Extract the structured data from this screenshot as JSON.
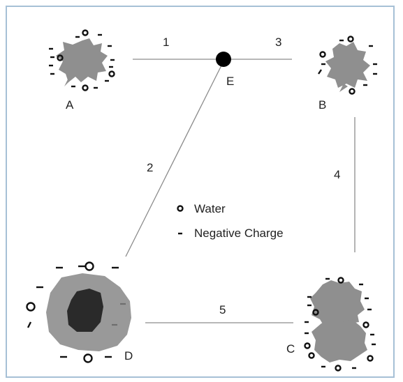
{
  "labels": {
    "a": "A",
    "b": "B",
    "c": "C",
    "d": "D",
    "e": "E",
    "edge_1": "1",
    "edge_2": "2",
    "edge_3": "3",
    "edge_4": "4",
    "edge_5": "5"
  },
  "legend": {
    "water": "Water",
    "negative_charge": "Negative Charge"
  },
  "colors": {
    "frame_border": "#a6c0d6",
    "particle_fill": "#8f8f8f",
    "core_fill": "#2a2a2a",
    "hub_fill": "#000000",
    "line": "#8c8c8c",
    "marker": "#111111"
  }
}
